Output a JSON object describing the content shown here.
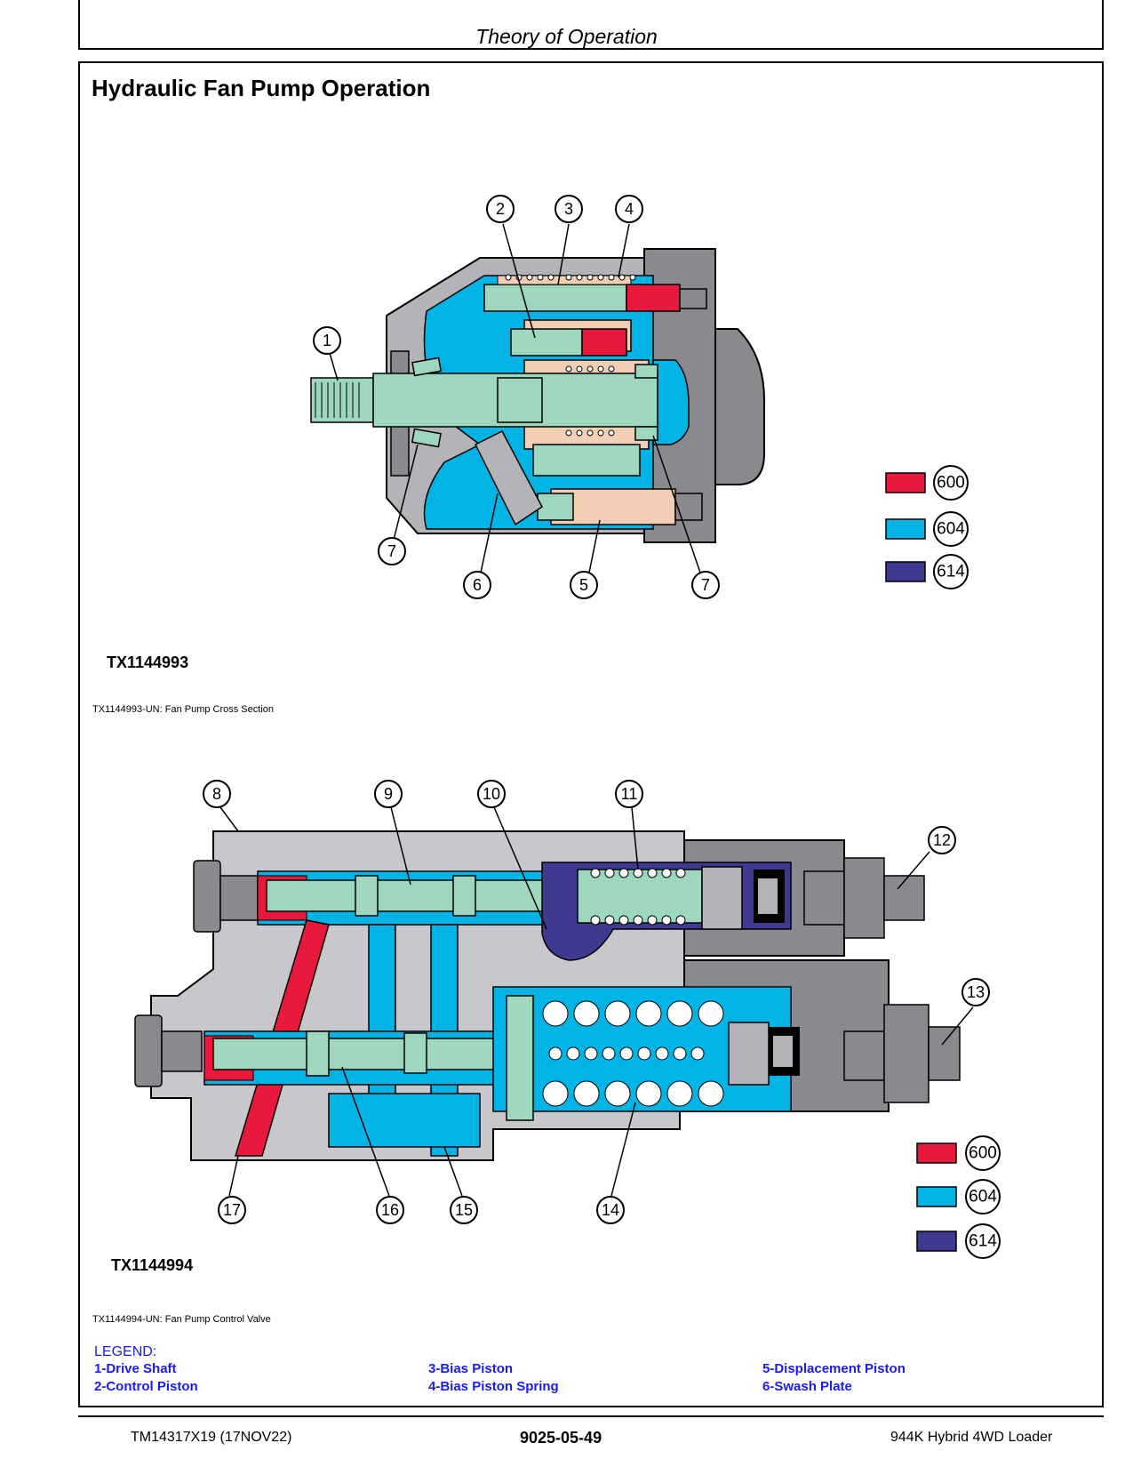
{
  "header": {
    "title": "Theory of Operation"
  },
  "page_title": "Hydraulic Fan Pump Operation",
  "figure1": {
    "code": "TX1144993",
    "caption": "TX1144993-UN: Fan Pump Cross Section",
    "callouts": [
      "1",
      "2",
      "3",
      "4",
      "5",
      "6",
      "7",
      "7"
    ],
    "legend": [
      {
        "label": "600",
        "color": "#e8193c"
      },
      {
        "label": "604",
        "color": "#00b4e6"
      },
      {
        "label": "614",
        "color": "#3d3a8f"
      }
    ]
  },
  "figure2": {
    "code": "TX1144994",
    "caption": "TX1144994-UN: Fan Pump Control Valve",
    "callouts": [
      "8",
      "9",
      "10",
      "11",
      "12",
      "13",
      "14",
      "15",
      "16",
      "17"
    ],
    "legend": [
      {
        "label": "600",
        "color": "#e8193c"
      },
      {
        "label": "604",
        "color": "#00b4e6"
      },
      {
        "label": "614",
        "color": "#3d3a8f"
      }
    ]
  },
  "legend": {
    "title": "LEGEND:",
    "items": [
      "1-Drive Shaft",
      "2-Control Piston",
      "3-Bias Piston",
      "4-Bias Piston Spring",
      "5-Displacement Piston",
      "6-Swash Plate"
    ]
  },
  "footer": {
    "left": "TM14317X19 (17NOV22)",
    "center": "9025-05-49",
    "right": "944K Hybrid 4WD Loader"
  },
  "colors": {
    "body_gray": "#b4b4b8",
    "dark_gray": "#8a8a8e",
    "pressure_red": "#e8193c",
    "case_blue": "#00b4e6",
    "pilot_purple": "#3d3a8f",
    "part_green": "#9fd6bf",
    "part_tan": "#f2cfb4"
  }
}
